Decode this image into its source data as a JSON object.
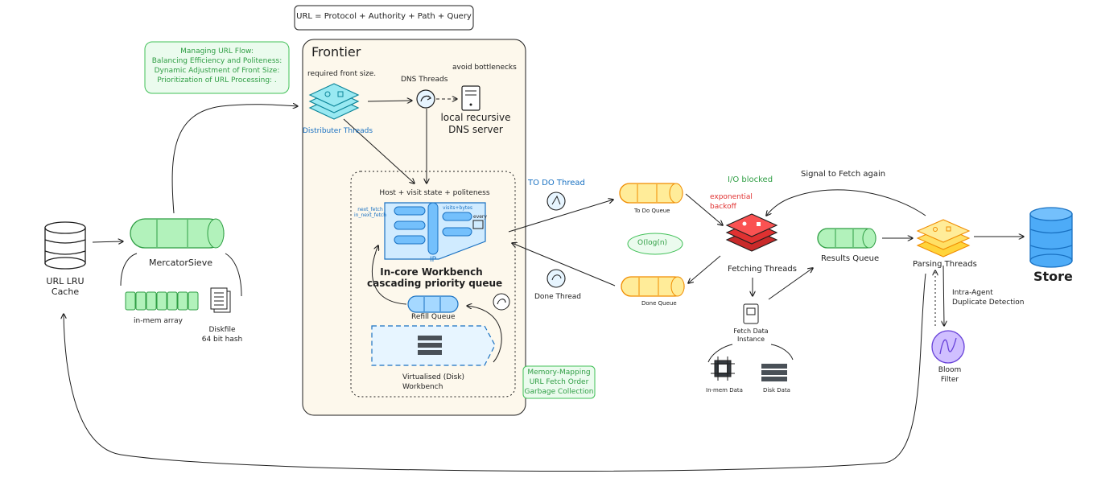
{
  "formula": "URL = Protocol + Authority + Path + Query",
  "notes": {
    "url_flow": [
      "Managing URL Flow:",
      "Balancing Efficiency and Politeness:",
      "Dynamic Adjustment of Front Size:",
      "Prioritization of URL Processing: ."
    ],
    "memory_mapping": [
      "Memory-Mapping",
      "URL Fetch Order",
      "Garbage Collection"
    ]
  },
  "frontier": {
    "title": "Frontier",
    "required_front_size": "required front size.",
    "distributer_threads": "Distributer Threads",
    "dns_threads": "DNS Threads",
    "avoid_bottlenecks": "avoid bottlenecks",
    "dns_server": [
      "local recursive",
      "DNS server"
    ],
    "host_visit_state": "Host + visit state + politeness",
    "next_fetch": [
      "next_fetch",
      "in_next_fetch"
    ],
    "visits_bytes": "visits+bytes",
    "every": "every",
    "ip": "IP",
    "workbench": [
      "In-core Workbench",
      "cascading priority queue"
    ],
    "refill_queue": "Refill Queue",
    "virtualised": [
      "Virtualised (Disk)",
      "Workbench"
    ]
  },
  "left": {
    "cache_label": [
      "URL LRU",
      "Cache"
    ],
    "sieve_label": "MercatorSieve",
    "inmem_array": "in-mem array",
    "diskfile": [
      "Diskfile",
      "64 bit hash"
    ]
  },
  "middle": {
    "todo_thread": "TO DO Thread",
    "todo_queue": "To Do Queue",
    "done_thread": "Done Thread",
    "done_queue": "Done Queue",
    "olog": "O(log(n)",
    "io_blocked": "I/O blocked",
    "exp_backoff": [
      "exponential",
      "backoff"
    ],
    "fetching_threads": "Fetching Threads",
    "fetch_data_instance": [
      "Fetch Data",
      "Instance"
    ],
    "inmem_data": "In-mem Data",
    "disk_data": "Disk Data",
    "results_queue": "Results Queue"
  },
  "right": {
    "signal_fetch": "Signal to Fetch again",
    "parsing_threads": "Parsing Threads",
    "store": "Store",
    "intra_agent": [
      "Intra-Agent",
      "Duplicate Detection"
    ],
    "bloom": [
      "Bloom",
      "Filter"
    ]
  },
  "colors": {
    "green_fill": "#b2f2bb",
    "green_stroke": "#2f9e44",
    "blue_fill": "#a5d8ff",
    "blue_stroke": "#1971c2",
    "yellow_fill": "#ffd43b",
    "yellow_stroke": "#f08c00",
    "red_fill": "#e03131",
    "frontier_fill": "#fdf8ec",
    "purple_fill": "#d0bfff",
    "purple_stroke": "#6741d9",
    "teal_fill": "#99e9f2",
    "teal_stroke": "#0c8599",
    "store_fill": "#4dabf7"
  }
}
